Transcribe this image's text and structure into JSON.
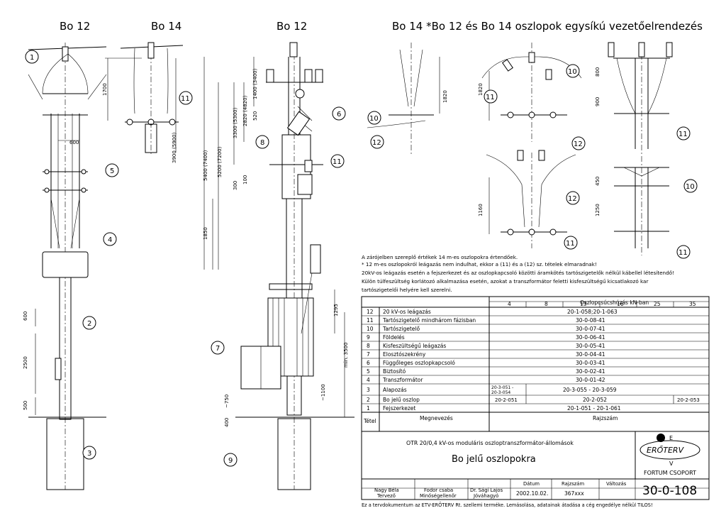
{
  "headings": {
    "bo12_left": "Bo 12",
    "bo14_left": "Bo 14",
    "bo12_mid": "Bo 12",
    "title": "Bo 14 *Bo 12 és Bo 14 oszlopok egysíkú vezetőelrendezés"
  },
  "callouts": [
    "1",
    "2",
    "3",
    "4",
    "5",
    "6",
    "7",
    "8",
    "9",
    "10",
    "11",
    "12"
  ],
  "dimensions": {
    "d1700": "1700",
    "d600a": "600",
    "d600b": "600",
    "d2500": "2500",
    "d500": "500",
    "d3900": "3900 (5900)",
    "d5400": "5400 (7400)",
    "d5200": "5200 (7200)",
    "d3300": "3300 (5300)",
    "d2820": "2820 (4820)",
    "d1400": "1400 (3400)",
    "d520": "520",
    "d300": "300",
    "d100": "100",
    "d1850": "1850",
    "d1295": "1295",
    "dmin3500": "min. 3500",
    "d750": "~750",
    "d1100": "~1100",
    "d400": "400",
    "d1820a": "1820",
    "d1820b": "1820",
    "d800": "800",
    "d900": "900",
    "d1160": "1160",
    "d450": "450",
    "d1250": "1250"
  },
  "notes": [
    "A zárójelben szereplő értékek 14 m-es oszlopokra értendőek.",
    "* 12 m-es oszlopokról leágazás nem indulhat, ekkor a (11) és a (12) sz. tételek elmaradnak!",
    "20kV-os leágazás esetén a fejszerkezet és az oszlopkapcsoló közötti áramkötés tartószigetelők nélkül kábellel létesítendő!",
    "Külön túlfeszültség korlátozó alkalmazása esetén, azokat a transzformátor feletti kisfeszültségű kicsatlakozó kar",
    "tartószigetelői helyére kell szerelni."
  ],
  "table": {
    "load_header": "Oszlopcsúcshúzás kN-ban",
    "loads": [
      "4",
      "8",
      "13",
      "16",
      "25",
      "35"
    ],
    "rows": [
      {
        "n": "12",
        "name": "20 kV-os leágazás",
        "code": "20-1-058;20-1-063"
      },
      {
        "n": "11",
        "name": "Tartószigetelő mindhárom fázisban",
        "code": "30-0-08-41"
      },
      {
        "n": "10",
        "name": "Tartószigetelő",
        "code": "30-0-07-41"
      },
      {
        "n": "9",
        "name": "Földelés",
        "code": "30-0-06-41"
      },
      {
        "n": "8",
        "name": "Kisfeszültségű leágazás",
        "code": "30-0-05-41"
      },
      {
        "n": "7",
        "name": "Elosztószekrény",
        "code": "30-0-04-41"
      },
      {
        "n": "6",
        "name": "Függőleges oszlopkapcsoló",
        "code": "30-0-03-41"
      },
      {
        "n": "5",
        "name": "Biztosító",
        "code": "30-0-02-41"
      },
      {
        "n": "4",
        "name": "Transzformátor",
        "code": "30-0-01-42"
      },
      {
        "n": "3",
        "name": "Alapozás",
        "code_a": "20-3-051 -",
        "code_b": "20-3-054",
        "code": "20-3-055 - 20-3-059"
      },
      {
        "n": "2",
        "name": "Bo jelű oszlop",
        "code_a": "20-2-051",
        "code": "20-2-052",
        "code_c": "20-2-053"
      },
      {
        "n": "1",
        "name": "Fejszerkezet",
        "code": "20-1-051 - 20-1-061"
      }
    ],
    "footer_n": "Tétel",
    "footer_name": "Megnevezés",
    "footer_code": "Rajzszám"
  },
  "title_block": {
    "subtitle": "OTR 20/0,4 kV-os moduláris oszloptranszformátor-állomások",
    "title": "Bo jelű oszlopokra",
    "logo_text": "ERŐTERV",
    "logo_e": "E",
    "logo_v": "V",
    "company": "FORTUM CSOPORT",
    "people": [
      {
        "name": "Nagy Béla",
        "role": "Tervező"
      },
      {
        "name": "Fodor csaba",
        "role": "Minőségellenőr"
      },
      {
        "name": "Dr. Ságí Lajos",
        "role": "Jóváhagyó"
      }
    ],
    "date_label": "Dátum",
    "date": "2002.10.02.",
    "rajzszam_label": "Rajzszám",
    "rajzszam": "367xxx",
    "valtozas_label": "Változás",
    "valtozas": "",
    "drawing_no": "30-0-108"
  },
  "footer_text": "Ez a tervdokumentum az ETV-ERŐTERV Rt. szellemi terméke. Lemásolása, adatainak átadása a cég engedélye nélkül TILOS!"
}
